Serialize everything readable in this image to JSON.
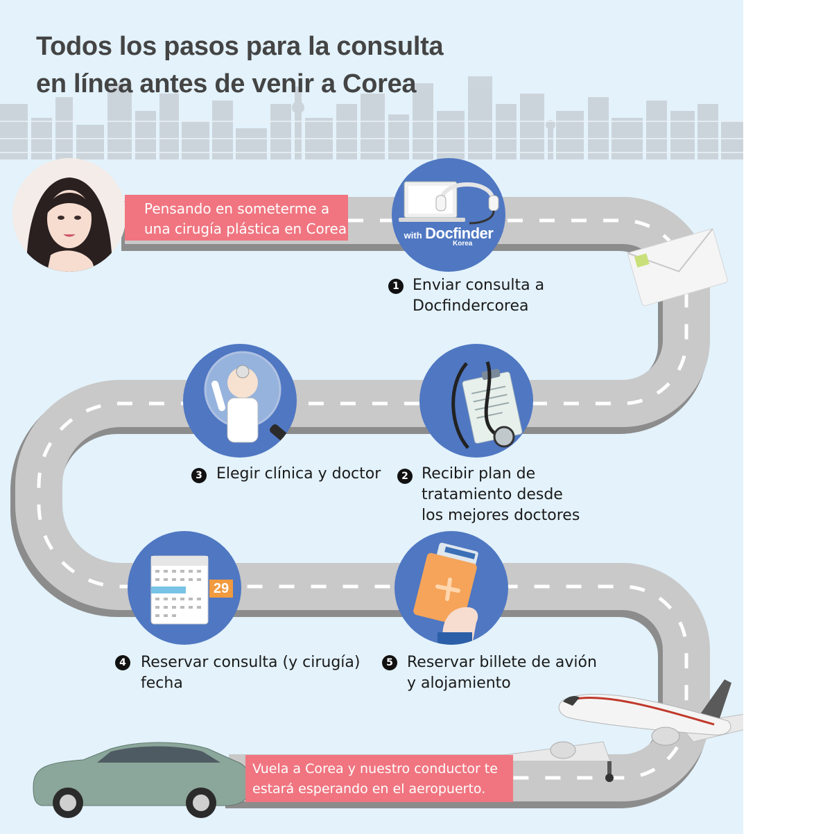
{
  "title": {
    "line1": "Todos los pasos para la consulta",
    "line2": "en línea antes de venir a Corea"
  },
  "intro_banner": {
    "line1": "Pensando en someterme a",
    "line2": "una cirugía plástica en Corea"
  },
  "steps": [
    {
      "number": "1",
      "line1": "Enviar consulta a",
      "line2": "Docfindercorea",
      "icon": "headset-laptop-icon"
    },
    {
      "number": "2",
      "line1": "Recibir plan de",
      "line2": "tratamiento desde",
      "line3": "los mejores doctores",
      "icon": "stethoscope-clipboard-icon"
    },
    {
      "number": "3",
      "line1": "Elegir clínica y doctor",
      "icon": "doctor-magnifier-icon"
    },
    {
      "number": "4",
      "line1": "Reservar consulta (y cirugía)",
      "line2": "fecha",
      "icon": "calendar-icon"
    },
    {
      "number": "5",
      "line1": "Reservar billete de avión",
      "line2": "y alojamiento",
      "icon": "passport-ticket-icon"
    }
  ],
  "logo": {
    "with": "with",
    "name": "Docfinder",
    "sub": "Korea"
  },
  "calendar_day": "29",
  "final_banner": {
    "line1": "Vuela a Corea y nuestro conductor te",
    "line2": "estará esperando en el aeropuerto."
  },
  "colors": {
    "background": "#e3f2fb",
    "road": "#c9c9c9",
    "road_shadow": "#8c8c8c",
    "banner": "#f07580",
    "circle": "#4f77c2",
    "title": "#444444"
  }
}
